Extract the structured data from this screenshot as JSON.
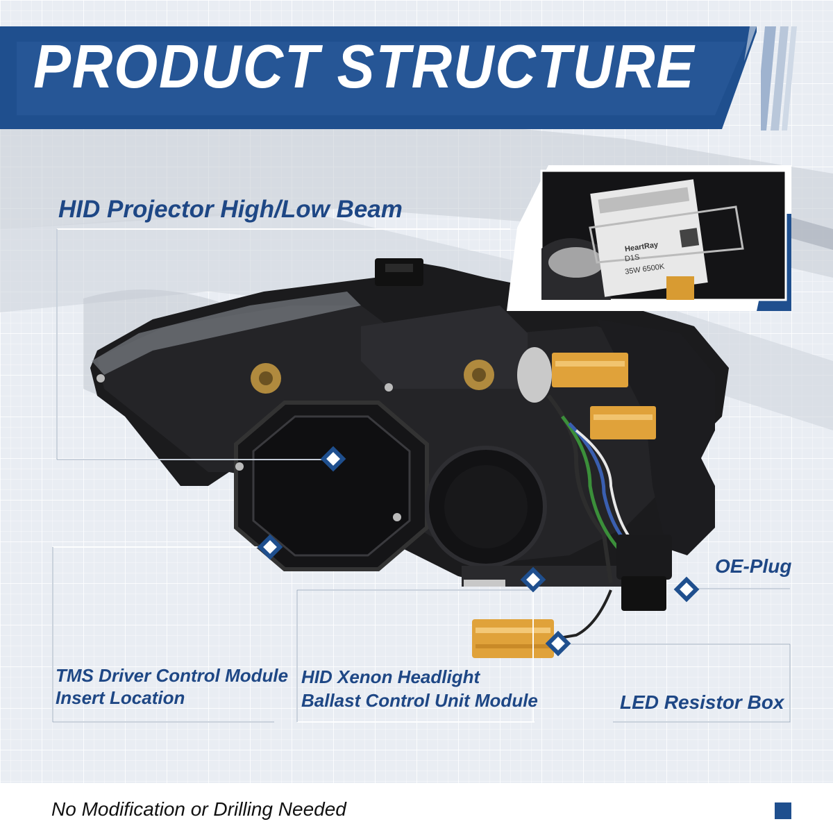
{
  "header": {
    "title": "PRODUCT STRUCTURE"
  },
  "callouts": {
    "hid_projector": "HID Projector High/Low Beam",
    "oe_plug": "OE-Plug",
    "tms_line1": "TMS Driver Control Module",
    "tms_line2": "Insert Location",
    "xenon_line1": "HID Xenon Headlight",
    "xenon_line2": "Ballast Control Unit Module",
    "led_resistor": "LED Resistor Box"
  },
  "inset_bulb": {
    "brand": "HeartRay",
    "model": "D1S",
    "spec": "35W 6500K"
  },
  "footer": {
    "note": "No Modification or Drilling Needed"
  },
  "colors": {
    "brand_blue": "#1f4f8e",
    "label_blue": "#1e4785",
    "grid_bg": "#e9edf3",
    "resistor_gold": "#e0a23a"
  }
}
